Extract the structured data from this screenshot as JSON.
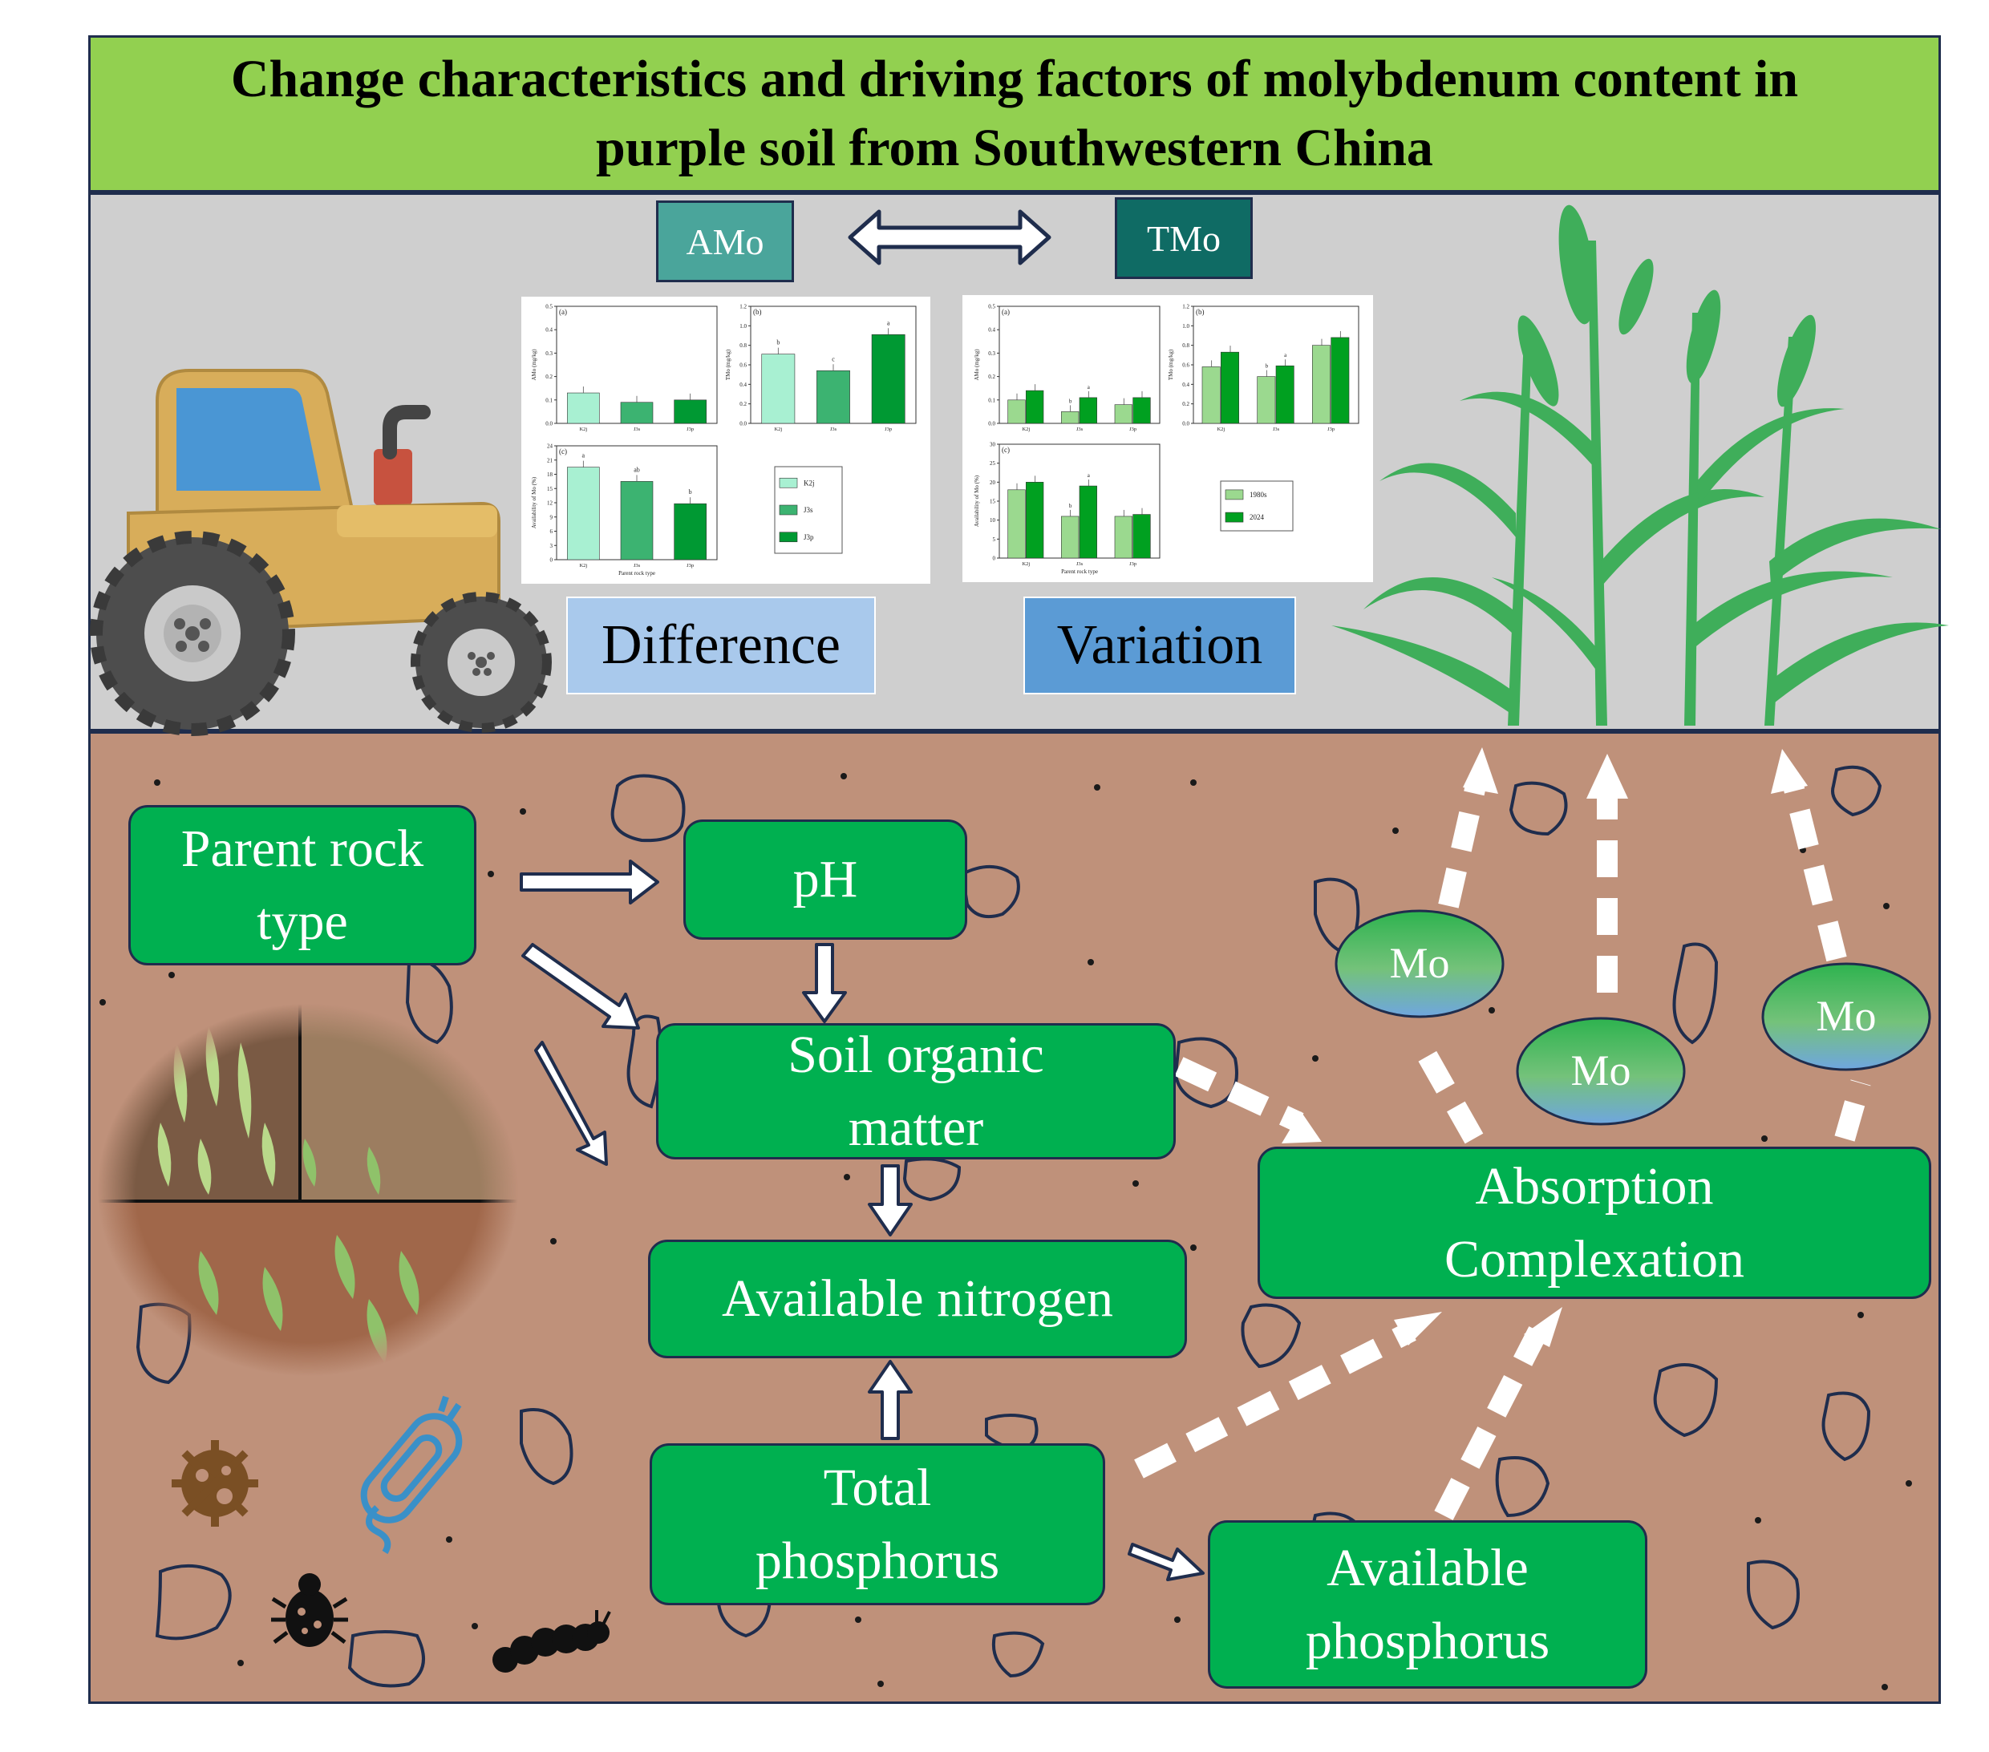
{
  "title": {
    "line1": "Change characteristics and driving factors of molybdenum content in",
    "line2": "purple soil from Southwestern China"
  },
  "labels": {
    "amo": "AMo",
    "tmo": "TMo",
    "difference": "Difference",
    "variation": "Variation"
  },
  "boxes": {
    "parent_rock": "Parent rock\ntype",
    "ph": "pH",
    "som": "Soil organic\nmatter",
    "an": "Available nitrogen",
    "tp": "Total\nphosphorus",
    "ap": "Available\nphosphorus",
    "absorption": "Absorption\nComplexation"
  },
  "mo_label": "Mo",
  "colors": {
    "title_bg": "#92d050",
    "top_bg": "#cfcfcf",
    "soil_bg": "#bf917a",
    "box_green": "#00b050",
    "border": "#1f2d4d"
  },
  "icons": [
    "tractor-icon",
    "plant-icon",
    "field-photo",
    "fungus-icon",
    "bacteria-icon",
    "beetle-icon",
    "caterpillar-icon"
  ],
  "chart_data": [
    {
      "type": "bar",
      "panel": "(a)",
      "ylabel": "AMo (mg/kg)",
      "categories": [
        "K2j",
        "J3s",
        "J3p"
      ],
      "values": [
        0.13,
        0.09,
        0.1
      ],
      "ylim": [
        0,
        0.5
      ],
      "yticks": [
        "0.0",
        "0.1",
        "0.2",
        "0.3",
        "0.4",
        "0.5"
      ]
    },
    {
      "type": "bar",
      "panel": "(b)",
      "ylabel": "TMo (mg/kg)",
      "categories": [
        "K2j",
        "J3s",
        "J3p"
      ],
      "values": [
        0.71,
        0.54,
        0.91
      ],
      "letters": [
        "b",
        "c",
        "a"
      ],
      "ylim": [
        0,
        1.2
      ],
      "yticks": [
        "0.0",
        "0.2",
        "0.4",
        "0.6",
        "0.8",
        "1.0",
        "1.2"
      ]
    },
    {
      "type": "bar",
      "panel": "(c)",
      "ylabel": "Availability of Mo (%)",
      "xlabel": "Parent rock type",
      "categories": [
        "K2j",
        "J3s",
        "J3p"
      ],
      "values": [
        19.5,
        16.5,
        11.8
      ],
      "letters": [
        "a",
        "ab",
        "b"
      ],
      "ylim": [
        0,
        24
      ],
      "yticks": [
        "0",
        "3",
        "6",
        "9",
        "12",
        "15",
        "18",
        "21",
        "24"
      ],
      "legend": [
        "K2j",
        "J3s",
        "J3p"
      ]
    },
    {
      "type": "bar",
      "panel": "(a)",
      "ylabel": "AMo (mg/kg)",
      "categories": [
        "K2j",
        "J3s",
        "J3p"
      ],
      "series": [
        {
          "name": "1980s",
          "values": [
            0.1,
            0.05,
            0.08
          ]
        },
        {
          "name": "2024",
          "values": [
            0.14,
            0.11,
            0.11
          ]
        }
      ],
      "letters": [
        "",
        "b|a",
        ""
      ],
      "ylim": [
        0,
        0.5
      ],
      "yticks": [
        "0.0",
        "0.1",
        "0.2",
        "0.3",
        "0.4",
        "0.5"
      ]
    },
    {
      "type": "bar",
      "panel": "(b)",
      "ylabel": "TMo (mg/kg)",
      "categories": [
        "K2j",
        "J3s",
        "J3p"
      ],
      "series": [
        {
          "name": "1980s",
          "values": [
            0.58,
            0.48,
            0.8
          ]
        },
        {
          "name": "2024",
          "values": [
            0.73,
            0.59,
            0.88
          ]
        }
      ],
      "letters": [
        "",
        "b|a",
        ""
      ],
      "ylim": [
        0,
        1.2
      ],
      "yticks": [
        "0.0",
        "0.2",
        "0.4",
        "0.6",
        "0.8",
        "1.0",
        "1.2"
      ]
    },
    {
      "type": "bar",
      "panel": "(c)",
      "ylabel": "Availability of Mo (%)",
      "xlabel": "Parent rock type",
      "categories": [
        "K2j",
        "J3s",
        "J3p"
      ],
      "series": [
        {
          "name": "1980s",
          "values": [
            18.0,
            11.0,
            11.0
          ]
        },
        {
          "name": "2024",
          "values": [
            20.0,
            19.0,
            11.5
          ]
        }
      ],
      "letters": [
        "",
        "b|a",
        ""
      ],
      "ylim": [
        0,
        30
      ],
      "yticks": [
        "0",
        "5",
        "10",
        "15",
        "20",
        "25",
        "30"
      ],
      "legend": [
        "1980s",
        "2024"
      ]
    }
  ]
}
